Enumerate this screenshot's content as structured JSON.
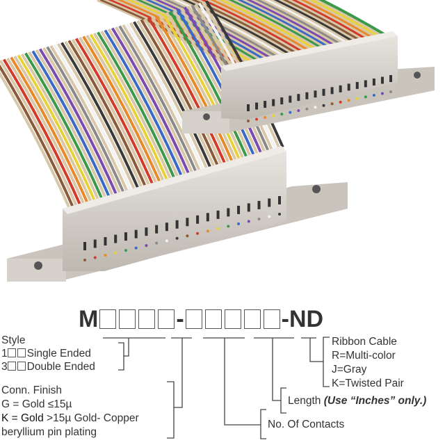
{
  "part_number": {
    "prefix": "M",
    "separator": "-",
    "suffix": "-ND",
    "group1_slots": 4,
    "group2_slots": 5
  },
  "style": {
    "title": "Style",
    "options": [
      {
        "code": "1",
        "label": "Single Ended"
      },
      {
        "code": "3",
        "label": "Double Ended"
      }
    ]
  },
  "finish": {
    "title": "Conn. Finish",
    "line1": "G = Gold ≤15µ",
    "line2_bold": "K = Gold",
    "line2_rest": " >15µ Gold- Copper",
    "line3": "beryllium pin plating"
  },
  "contacts": {
    "label": "No. Of Contacts"
  },
  "length": {
    "label": "Length ",
    "note": "(Use “Inches” only.)"
  },
  "cable": {
    "title": "Ribbon Cable",
    "options": [
      "R=Multi-color",
      "J=Gray",
      "K=Twisted Pair"
    ]
  },
  "colors": {
    "connector": "#d9d5cf",
    "connector_dark": "#a9a49c",
    "wire_palette": [
      "#8a5a3a",
      "#d23a2a",
      "#e8892a",
      "#e8d23a",
      "#3a9a4a",
      "#3a6ac8",
      "#7a4ab0",
      "#8a8a8a",
      "#f2f2f2",
      "#3a3a3a",
      "#d8c7a8"
    ]
  }
}
